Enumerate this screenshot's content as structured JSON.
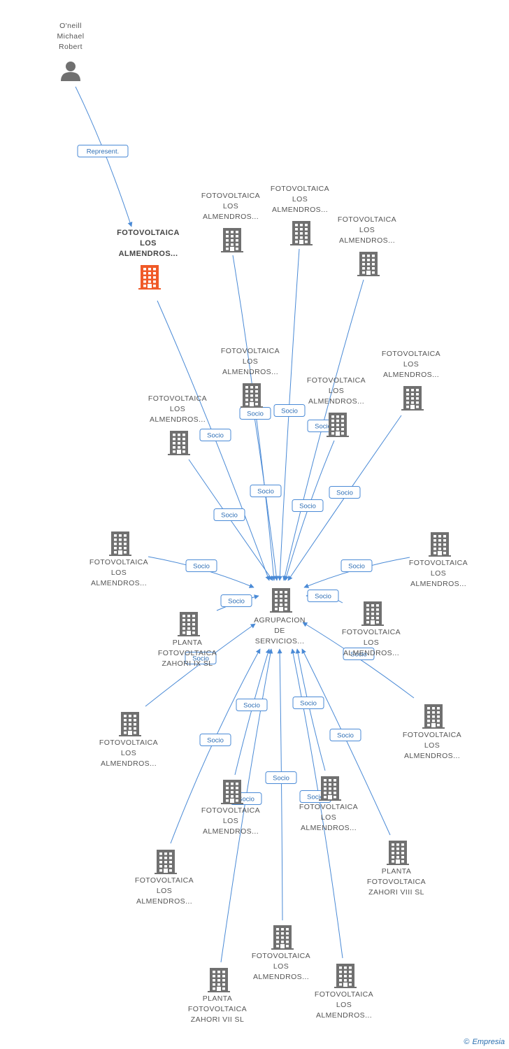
{
  "colors": {
    "edge": "#4a8ad6",
    "company_icon": "#707070",
    "focus_icon": "#f05a28",
    "person_icon": "#707070",
    "label_border": "#4a8ad6"
  },
  "nodes": [
    {
      "id": "p1",
      "kind": "person",
      "lines": [
        "O'neill",
        "Michael",
        "Robert"
      ],
      "icon": "person-icon"
    },
    {
      "id": "c0",
      "kind": "company-focus",
      "lines": [
        "FOTOVOLTAICA",
        "LOS",
        "ALMENDROS..."
      ],
      "icon": "building-icon"
    },
    {
      "id": "hub",
      "kind": "company",
      "lines": [
        "AGRUPACION",
        "DE",
        "SERVICIOS..."
      ],
      "icon": "building-icon"
    },
    {
      "id": "n1",
      "kind": "company",
      "lines": [
        "FOTOVOLTAICA",
        "LOS",
        "ALMENDROS..."
      ],
      "icon": "building-icon"
    },
    {
      "id": "n2",
      "kind": "company",
      "lines": [
        "FOTOVOLTAICA",
        "LOS",
        "ALMENDROS..."
      ],
      "icon": "building-icon"
    },
    {
      "id": "n3",
      "kind": "company",
      "lines": [
        "FOTOVOLTAICA",
        "LOS",
        "ALMENDROS..."
      ],
      "icon": "building-icon"
    },
    {
      "id": "n4",
      "kind": "company",
      "lines": [
        "FOTOVOLTAICA",
        "LOS",
        "ALMENDROS..."
      ],
      "icon": "building-icon"
    },
    {
      "id": "n5",
      "kind": "company",
      "lines": [
        "FOTOVOLTAICA",
        "LOS",
        "ALMENDROS..."
      ],
      "icon": "building-icon"
    },
    {
      "id": "n6",
      "kind": "company",
      "lines": [
        "FOTOVOLTAICA",
        "LOS",
        "ALMENDROS..."
      ],
      "icon": "building-icon"
    },
    {
      "id": "n7",
      "kind": "company",
      "lines": [
        "FOTOVOLTAICA",
        "LOS",
        "ALMENDROS..."
      ],
      "icon": "building-icon"
    },
    {
      "id": "n8",
      "kind": "company",
      "lines": [
        "FOTOVOLTAICA",
        "LOS",
        "ALMENDROS..."
      ],
      "icon": "building-icon"
    },
    {
      "id": "n9",
      "kind": "company",
      "lines": [
        "FOTOVOLTAICA",
        "LOS",
        "ALMENDROS..."
      ],
      "icon": "building-icon"
    },
    {
      "id": "n10",
      "kind": "company",
      "lines": [
        "FOTOVOLTAICA",
        "LOS",
        "ALMENDROS..."
      ],
      "icon": "building-icon"
    },
    {
      "id": "n11",
      "kind": "company",
      "lines": [
        "PLANTA",
        "FOTOVOLTAICA",
        "ZAHORI IX SL"
      ],
      "icon": "building-icon"
    },
    {
      "id": "n12",
      "kind": "company",
      "lines": [
        "FOTOVOLTAICA",
        "LOS",
        "ALMENDROS..."
      ],
      "icon": "building-icon"
    },
    {
      "id": "n13",
      "kind": "company",
      "lines": [
        "FOTOVOLTAICA",
        "LOS",
        "ALMENDROS..."
      ],
      "icon": "building-icon"
    },
    {
      "id": "n14",
      "kind": "company",
      "lines": [
        "FOTOVOLTAICA",
        "LOS",
        "ALMENDROS..."
      ],
      "icon": "building-icon"
    },
    {
      "id": "n15",
      "kind": "company",
      "lines": [
        "FOTOVOLTAICA",
        "LOS",
        "ALMENDROS..."
      ],
      "icon": "building-icon"
    },
    {
      "id": "n16",
      "kind": "company",
      "lines": [
        "FOTOVOLTAICA",
        "LOS",
        "ALMENDROS..."
      ],
      "icon": "building-icon"
    },
    {
      "id": "n17",
      "kind": "company",
      "lines": [
        "PLANTA",
        "FOTOVOLTAICA",
        "ZAHORI VIII SL"
      ],
      "icon": "building-icon"
    },
    {
      "id": "n18",
      "kind": "company",
      "lines": [
        "FOTOVOLTAICA",
        "LOS",
        "ALMENDROS..."
      ],
      "icon": "building-icon"
    },
    {
      "id": "n19",
      "kind": "company",
      "lines": [
        "PLANTA",
        "FOTOVOLTAICA",
        "ZAHORI VII SL"
      ],
      "icon": "building-icon"
    },
    {
      "id": "n20",
      "kind": "company",
      "lines": [
        "FOTOVOLTAICA",
        "LOS",
        "ALMENDROS..."
      ],
      "icon": "building-icon"
    }
  ],
  "edges": [
    {
      "from": "p1",
      "to": "c0",
      "label": "Represent."
    },
    {
      "from": "c0",
      "to": "hub",
      "label": "Socio"
    },
    {
      "from": "n1",
      "to": "hub",
      "label": "Socio"
    },
    {
      "from": "n2",
      "to": "hub",
      "label": "Socio"
    },
    {
      "from": "n3",
      "to": "hub",
      "label": "Socio"
    },
    {
      "from": "n4",
      "to": "hub",
      "label": "Socio"
    },
    {
      "from": "n5",
      "to": "hub",
      "label": "Socio"
    },
    {
      "from": "n6",
      "to": "hub",
      "label": "Socio"
    },
    {
      "from": "n7",
      "to": "hub",
      "label": "Socio"
    },
    {
      "from": "n8",
      "to": "hub",
      "label": "Socio"
    },
    {
      "from": "n9",
      "to": "hub",
      "label": "Socio"
    },
    {
      "from": "n10",
      "to": "hub",
      "label": "Socio"
    },
    {
      "from": "n11",
      "to": "hub",
      "label": "Socio"
    },
    {
      "from": "n12",
      "to": "hub",
      "label": "Socio"
    },
    {
      "from": "n13",
      "to": "hub",
      "label": "Socio"
    },
    {
      "from": "n14",
      "to": "hub",
      "label": "Socio"
    },
    {
      "from": "n15",
      "to": "hub",
      "label": "Socio"
    },
    {
      "from": "n16",
      "to": "hub",
      "label": "Socio"
    },
    {
      "from": "n17",
      "to": "hub",
      "label": "Socio"
    },
    {
      "from": "n18",
      "to": "hub",
      "label": "Socio"
    },
    {
      "from": "n19",
      "to": "hub",
      "label": "Socio"
    },
    {
      "from": "n20",
      "to": "hub",
      "label": "Socio"
    }
  ],
  "footer": {
    "copyright_symbol": "©",
    "brand": "Empresia"
  }
}
